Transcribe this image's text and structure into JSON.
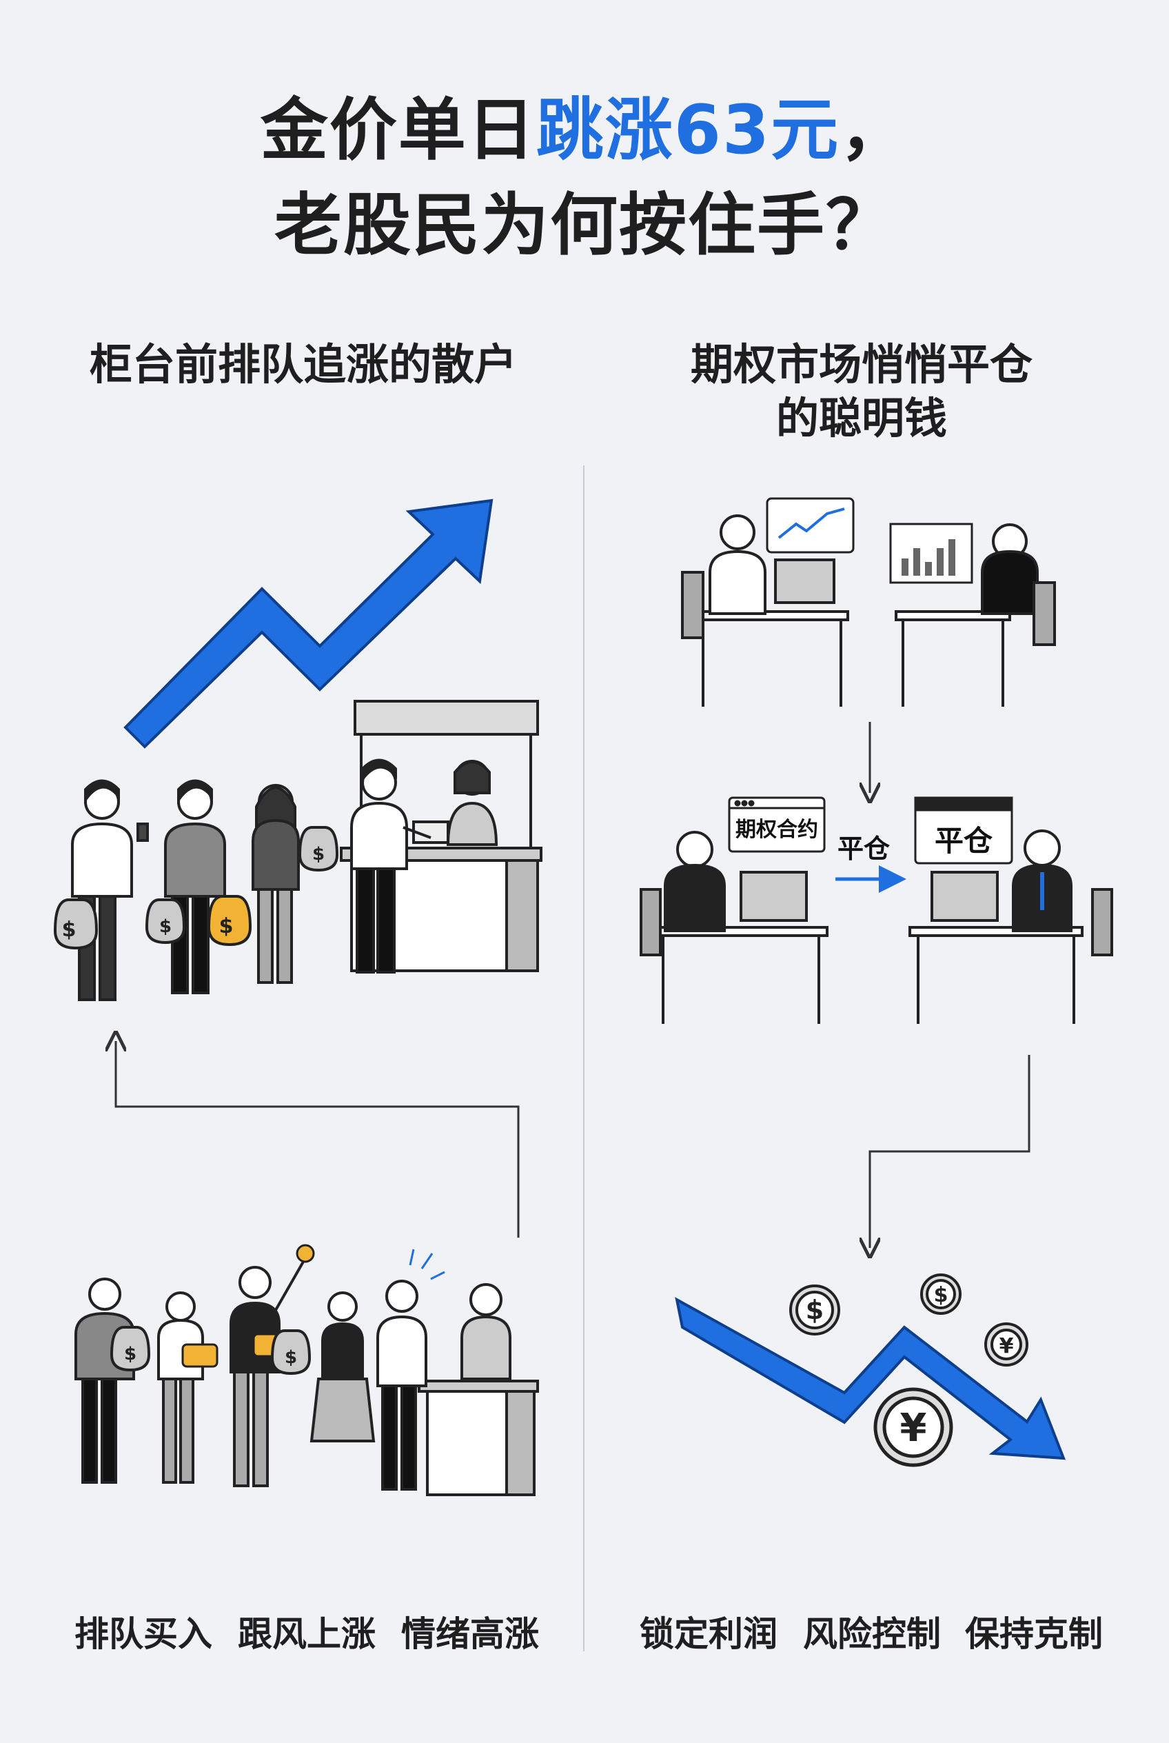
{
  "title": {
    "line1_before": "金价单日",
    "line1_highlight": "跳涨63元",
    "line1_after": "，",
    "line2": "老股民为何按住手？"
  },
  "left": {
    "heading": "柜台前排队追涨的散户",
    "tags": [
      "排队买入",
      "跟风上涨",
      "情绪高涨"
    ]
  },
  "right": {
    "heading_line1": "期权市场悄悄平仓",
    "heading_line2": "的聪明钱",
    "screen_label": "期权合约",
    "arrow_label": "平仓",
    "window_label": "平仓",
    "tags": [
      "锁定利润",
      "风险控制",
      "保持克制"
    ]
  },
  "colors": {
    "accent": "#1f6fe0",
    "text": "#1f1f1f",
    "background": "#f1f2f6",
    "coin": "#f2b233"
  },
  "icons": [
    "rising-arrow-icon",
    "falling-arrow-icon",
    "money-bag-icon",
    "dollar-coin-icon",
    "yen-coin-icon",
    "line-chart-icon",
    "bar-chart-icon"
  ]
}
